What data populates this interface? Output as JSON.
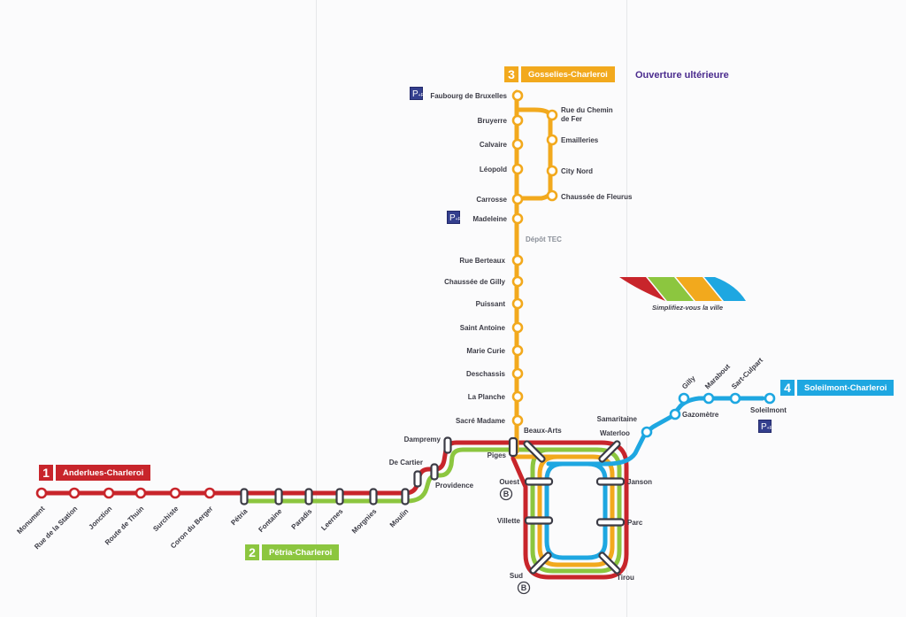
{
  "colors": {
    "line1": "#c8252b",
    "line2": "#8cc63f",
    "line3": "#f2a91d",
    "line4": "#1ea7e1",
    "park_ride": "#343f8e",
    "future_text": "#4b2c8e",
    "label": "#3b3b45"
  },
  "lines": [
    {
      "number": "1",
      "name": "Anderlues-Charleroi",
      "color": "#c8252b"
    },
    {
      "number": "2",
      "name": "Pétria-Charleroi",
      "color": "#8cc63f"
    },
    {
      "number": "3",
      "name": "Gosselies-Charleroi",
      "color": "#f2a91d"
    },
    {
      "number": "4",
      "name": "Soleilmont-Charleroi",
      "color": "#1ea7e1"
    }
  ],
  "future_note": "Ouverture ultérieure",
  "logo": {
    "tagline": "Simplifiez-vous la ville",
    "icon": "four-color-stripes-logo"
  },
  "park_ride": {
    "label": "P",
    "sub": "+R",
    "icon": "park-and-ride-icon"
  },
  "rail_icon": {
    "label": "B",
    "icon": "sncb-rail-icon"
  },
  "stations": {
    "line1_west": [
      "Monument",
      "Rue de la Station",
      "Jonction",
      "Route de Thuin",
      "Surchiste",
      "Coron du Berger"
    ],
    "line12_trunk": [
      "Pétria",
      "Fontaine",
      "Paradis",
      "Leernes",
      "Morgnies",
      "Moulin",
      "De Cartier",
      "Providence",
      "Dampremy",
      "Piges"
    ],
    "line3_north": [
      "Faubourg de Bruxelles",
      "Bruyerre",
      "Calvaire",
      "Léopold",
      "Carrosse",
      "Madeleine"
    ],
    "line3_loop_east": [
      "Rue du Chemin de Fer",
      "Emailleries",
      "City Nord",
      "Chaussée de Fleurus"
    ],
    "line3_depot": "Dépôt TEC",
    "line3_south": [
      "Rue Berteaux",
      "Chaussée de Gilly",
      "Puissant",
      "Saint Antoine",
      "Marie Curie",
      "Deschassis",
      "La Planche",
      "Sacré Madame"
    ],
    "loop": [
      "Beaux-Arts",
      "Waterloo",
      "Janson",
      "Parc",
      "Tirou",
      "Sud",
      "Villette",
      "Ouest"
    ],
    "line4": [
      "Samaritaine",
      "Gazomètre",
      "Gilly",
      "Marabout",
      "Sart-Culpart",
      "Soleilmont"
    ]
  }
}
